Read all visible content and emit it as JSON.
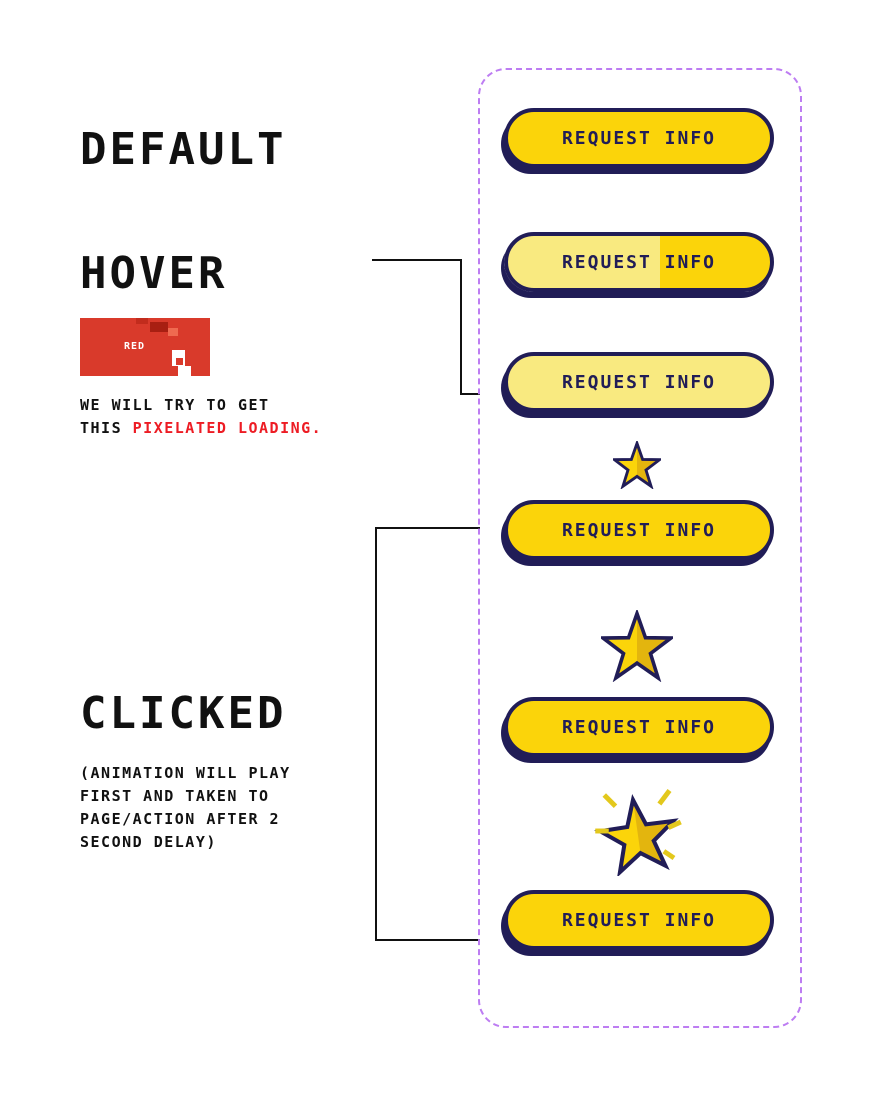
{
  "sections": {
    "default": {
      "title": "DEFAULT"
    },
    "hover": {
      "title": "HOVER"
    },
    "clicked": {
      "title": "CLICKED"
    }
  },
  "red_image": {
    "label": "RED"
  },
  "notes": {
    "hover_line1": "WE WILL TRY TO GET",
    "hover_line2_prefix": "THIS",
    "hover_line2_highlight": "PIXELATED LOADING.",
    "clicked_lines": [
      "(ANIMATION WILL PLAY",
      "FIRST AND TAKEN TO",
      "PAGE/ACTION AFTER 2",
      "SECOND DELAY)"
    ]
  },
  "buttons": [
    {
      "label": "REQUEST INFO",
      "state": "default"
    },
    {
      "label": "REQUEST INFO",
      "state": "hover-transition"
    },
    {
      "label": "REQUEST INFO",
      "state": "hover"
    },
    {
      "label": "REQUEST INFO",
      "state": "clicked-star-small"
    },
    {
      "label": "REQUEST INFO",
      "state": "clicked-star-medium"
    },
    {
      "label": "REQUEST INFO",
      "state": "clicked-star-burst"
    }
  ],
  "icons": {
    "star_small": "star-small-icon",
    "star_medium": "star-medium-icon",
    "star_burst": "star-burst-icon"
  },
  "colors": {
    "button_yellow": "#FBD40A",
    "button_yellow_hover": "#F9EA80",
    "outline_navy": "#211D57",
    "frame_purple": "#BD7DF2",
    "highlight_red": "#ED1C24",
    "image_red": "#D93A2B"
  }
}
